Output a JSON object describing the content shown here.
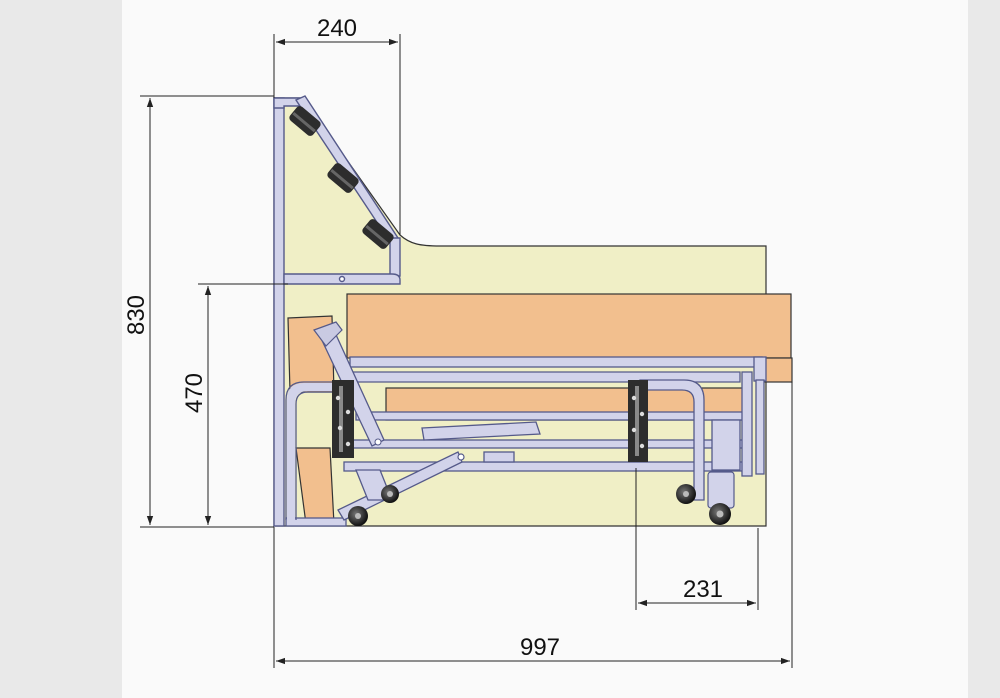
{
  "dimensions": {
    "top_width": "240",
    "total_height": "830",
    "seat_height": "470",
    "foot_depth": "231",
    "total_length": "997"
  },
  "colors": {
    "background": "#e9e9e9",
    "panel": "#fafafa",
    "side_panel": "#f0efc6",
    "cushion": "#f2bf8e",
    "frame_fill": "#d2d3ea",
    "frame_stroke": "#555a8a",
    "bracket": "#2d2d2d",
    "dimension_line": "#222222"
  }
}
